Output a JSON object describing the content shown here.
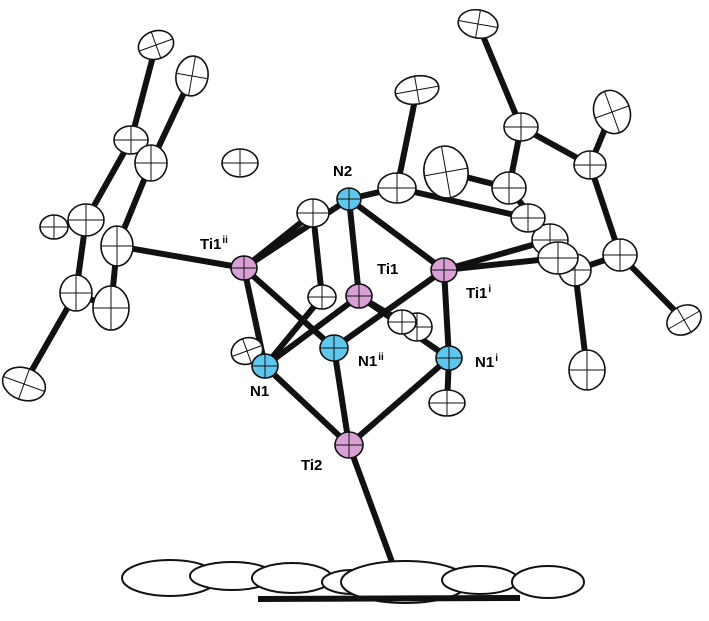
{
  "colors": {
    "ti": "#d9a0d6",
    "n": "#5fc7ee",
    "carbon": "#ffffff",
    "bond": "#111111"
  },
  "labels": {
    "n2": "N2",
    "ti1": "Ti1",
    "ti1ii_base": "Ti1",
    "ti1ii_sup": "ii",
    "ti1i_base": "Ti1",
    "ti1i_sup": "i",
    "n1": "N1",
    "n1ii_base": "N1",
    "n1ii_sup": "ii",
    "n1i_base": "N1",
    "n1i_sup": "i",
    "ti2": "Ti2"
  }
}
